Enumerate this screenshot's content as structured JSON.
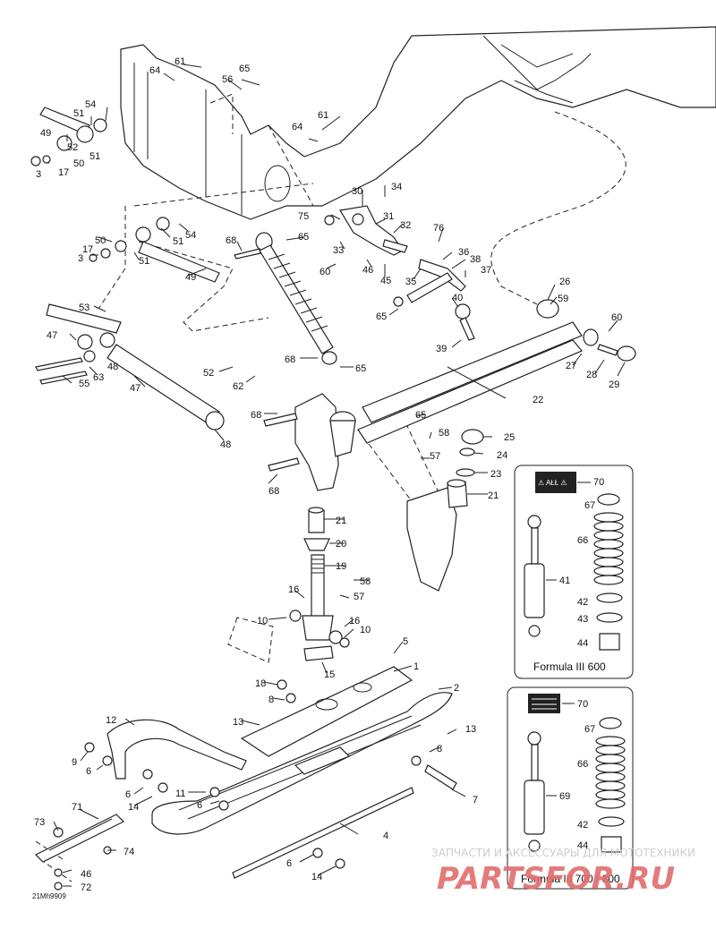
{
  "parts": [
    {
      "key": "p61a",
      "text": "61"
    },
    {
      "key": "p64a",
      "text": "64"
    },
    {
      "key": "p65a",
      "text": "65"
    },
    {
      "key": "p56a",
      "text": "56"
    },
    {
      "key": "p54a",
      "text": "54"
    },
    {
      "key": "p51a",
      "text": "51"
    },
    {
      "key": "p49a",
      "text": "49"
    },
    {
      "key": "p52a",
      "text": "52"
    },
    {
      "key": "p3a",
      "text": "3"
    },
    {
      "key": "p17a",
      "text": "17"
    },
    {
      "key": "p50a",
      "text": "50"
    },
    {
      "key": "p51b",
      "text": "51"
    },
    {
      "key": "p64b",
      "text": "64"
    },
    {
      "key": "p61b",
      "text": "61"
    },
    {
      "key": "p30",
      "text": "30"
    },
    {
      "key": "p34",
      "text": "34"
    },
    {
      "key": "p75",
      "text": "75"
    },
    {
      "key": "p31",
      "text": "31"
    },
    {
      "key": "p32",
      "text": "32"
    },
    {
      "key": "p68a",
      "text": "68"
    },
    {
      "key": "p65b",
      "text": "65"
    },
    {
      "key": "p33",
      "text": "33"
    },
    {
      "key": "p76",
      "text": "76"
    },
    {
      "key": "p36",
      "text": "36"
    },
    {
      "key": "p38",
      "text": "38"
    },
    {
      "key": "p37",
      "text": "37"
    },
    {
      "key": "p60a",
      "text": "60"
    },
    {
      "key": "p46a",
      "text": "46"
    },
    {
      "key": "p45",
      "text": "45"
    },
    {
      "key": "p35",
      "text": "35"
    },
    {
      "key": "p17b",
      "text": "17"
    },
    {
      "key": "p50b",
      "text": "50"
    },
    {
      "key": "p54b",
      "text": "54"
    },
    {
      "key": "p51c",
      "text": "51"
    },
    {
      "key": "p3b",
      "text": "3"
    },
    {
      "key": "p51d",
      "text": "51"
    },
    {
      "key": "p49b",
      "text": "49"
    },
    {
      "key": "p53",
      "text": "53"
    },
    {
      "key": "p26",
      "text": "26"
    },
    {
      "key": "p59",
      "text": "59"
    },
    {
      "key": "p40",
      "text": "40"
    },
    {
      "key": "p65c",
      "text": "65"
    },
    {
      "key": "p60b",
      "text": "60"
    },
    {
      "key": "p39",
      "text": "39"
    },
    {
      "key": "p47a",
      "text": "47"
    },
    {
      "key": "p27",
      "text": "27"
    },
    {
      "key": "p28",
      "text": "28"
    },
    {
      "key": "p29",
      "text": "29"
    },
    {
      "key": "p48a",
      "text": "48"
    },
    {
      "key": "p63",
      "text": "63"
    },
    {
      "key": "p55",
      "text": "55"
    },
    {
      "key": "p52b",
      "text": "52"
    },
    {
      "key": "p62",
      "text": "62"
    },
    {
      "key": "p68b",
      "text": "68"
    },
    {
      "key": "p65d",
      "text": "65"
    },
    {
      "key": "p22",
      "text": "22"
    },
    {
      "key": "p47b",
      "text": "47"
    },
    {
      "key": "p68c",
      "text": "68"
    },
    {
      "key": "p65e",
      "text": "65"
    },
    {
      "key": "p58a",
      "text": "58"
    },
    {
      "key": "p25",
      "text": "25"
    },
    {
      "key": "p24",
      "text": "24"
    },
    {
      "key": "p48b",
      "text": "48"
    },
    {
      "key": "p57a",
      "text": "57"
    },
    {
      "key": "p23",
      "text": "23"
    },
    {
      "key": "p68d",
      "text": "68"
    },
    {
      "key": "p21a",
      "text": "21"
    },
    {
      "key": "p21b",
      "text": "21"
    },
    {
      "key": "p20",
      "text": "20"
    },
    {
      "key": "p19",
      "text": "19"
    },
    {
      "key": "p58b",
      "text": "58"
    },
    {
      "key": "p16a",
      "text": "16"
    },
    {
      "key": "p57b",
      "text": "57"
    },
    {
      "key": "p10a",
      "text": "10"
    },
    {
      "key": "p16b",
      "text": "16"
    },
    {
      "key": "p10b",
      "text": "10"
    },
    {
      "key": "p5",
      "text": "5"
    },
    {
      "key": "p15",
      "text": "15"
    },
    {
      "key": "p1",
      "text": "1"
    },
    {
      "key": "p18",
      "text": "18"
    },
    {
      "key": "p8a",
      "text": "8"
    },
    {
      "key": "p2",
      "text": "2"
    },
    {
      "key": "p13a",
      "text": "13"
    },
    {
      "key": "p12",
      "text": "12"
    },
    {
      "key": "p13b",
      "text": "13"
    },
    {
      "key": "p8b",
      "text": "8"
    },
    {
      "key": "p9",
      "text": "9"
    },
    {
      "key": "p6a",
      "text": "6"
    },
    {
      "key": "p7",
      "text": "7"
    },
    {
      "key": "p6b",
      "text": "6"
    },
    {
      "key": "p11",
      "text": "11"
    },
    {
      "key": "p14a",
      "text": "14"
    },
    {
      "key": "p6c",
      "text": "6"
    },
    {
      "key": "p71",
      "text": "71"
    },
    {
      "key": "p73",
      "text": "73"
    },
    {
      "key": "p74",
      "text": "74"
    },
    {
      "key": "p4",
      "text": "4"
    },
    {
      "key": "p46b",
      "text": "46"
    },
    {
      "key": "p72",
      "text": "72"
    },
    {
      "key": "p6d",
      "text": "6"
    },
    {
      "key": "p14b",
      "text": "14"
    }
  ],
  "kit_600": {
    "title": "Formula III 600",
    "labels": {
      "decal": "70",
      "cap": "67",
      "spring": "66",
      "shock": "41",
      "ring_a": "42",
      "ring_b": "43",
      "nut": "44"
    },
    "decal_text": "⚠ AŁŁ ⚠"
  },
  "kit_700": {
    "title": "Formula III 700 / 800",
    "labels": {
      "decal": "70",
      "cap": "67",
      "spring": "66",
      "shock": "69",
      "ring_a": "42",
      "nut": "44"
    }
  },
  "drawing_code": "21Mh9909",
  "watermark": {
    "top_text": "ЗАПЧАСТИ И АКСЕССУАРЫ ДЛЯ МОТОТЕХНИКИ",
    "brand_text": "PARTSFOR.RU"
  },
  "colors": {
    "line": "#222222",
    "watermark_brand": "#e06d6d",
    "watermark_top": "#c9c9c9"
  }
}
